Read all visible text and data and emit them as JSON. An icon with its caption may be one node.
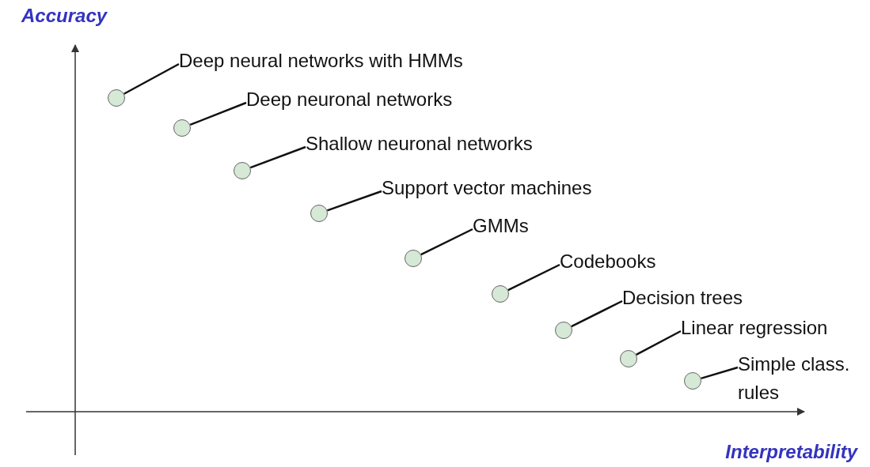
{
  "diagram": {
    "nodes": [
      {
        "text": [
          "Deep neural networks with HMMs"
        ]
      },
      {
        "text": [],
        "shape": "circle"
      },
      {
        "text": [
          "Deep neuronal networks"
        ]
      },
      {
        "text": [],
        "shape": "circle"
      },
      {
        "text": [
          "Shallow neuronal networks"
        ]
      },
      {
        "text": [],
        "shape": "circle"
      },
      {
        "text": [
          "Support vector machines"
        ]
      },
      {
        "text": [],
        "shape": "circle"
      },
      {
        "text": [
          "GMMs"
        ]
      },
      {
        "text": [],
        "shape": "circle"
      },
      {
        "text": [
          "Codebooks"
        ]
      },
      {
        "text": [],
        "shape": "circle"
      },
      {
        "text": [
          "Decision trees"
        ]
      },
      {
        "text": [],
        "shape": "circle"
      },
      {
        "text": [
          "Linear regression"
        ]
      },
      {
        "text": [],
        "shape": "circle"
      },
      {
        "text": [
          "Simple class. rules"
        ]
      },
      {
        "text": [],
        "shape": "circle"
      }
    ],
    "edges": [
      {
        "from": 0,
        "to": 1,
        "arrow": "none"
      },
      {
        "from": 2,
        "to": 3,
        "arrow": "none"
      },
      {
        "from": 4,
        "to": 5,
        "arrow": "none"
      },
      {
        "from": 6,
        "to": 7,
        "arrow": "none"
      },
      {
        "from": 8,
        "to": 9,
        "arrow": "none"
      },
      {
        "from": 10,
        "to": 11,
        "arrow": "none"
      },
      {
        "from": 12,
        "to": 13,
        "arrow": "none"
      },
      {
        "from": 14,
        "to": 15,
        "arrow": "none"
      },
      {
        "from": 16,
        "to": 17,
        "arrow": "none"
      }
    ],
    "labels": [
      "Accuracy",
      "Interpretability"
    ]
  }
}
